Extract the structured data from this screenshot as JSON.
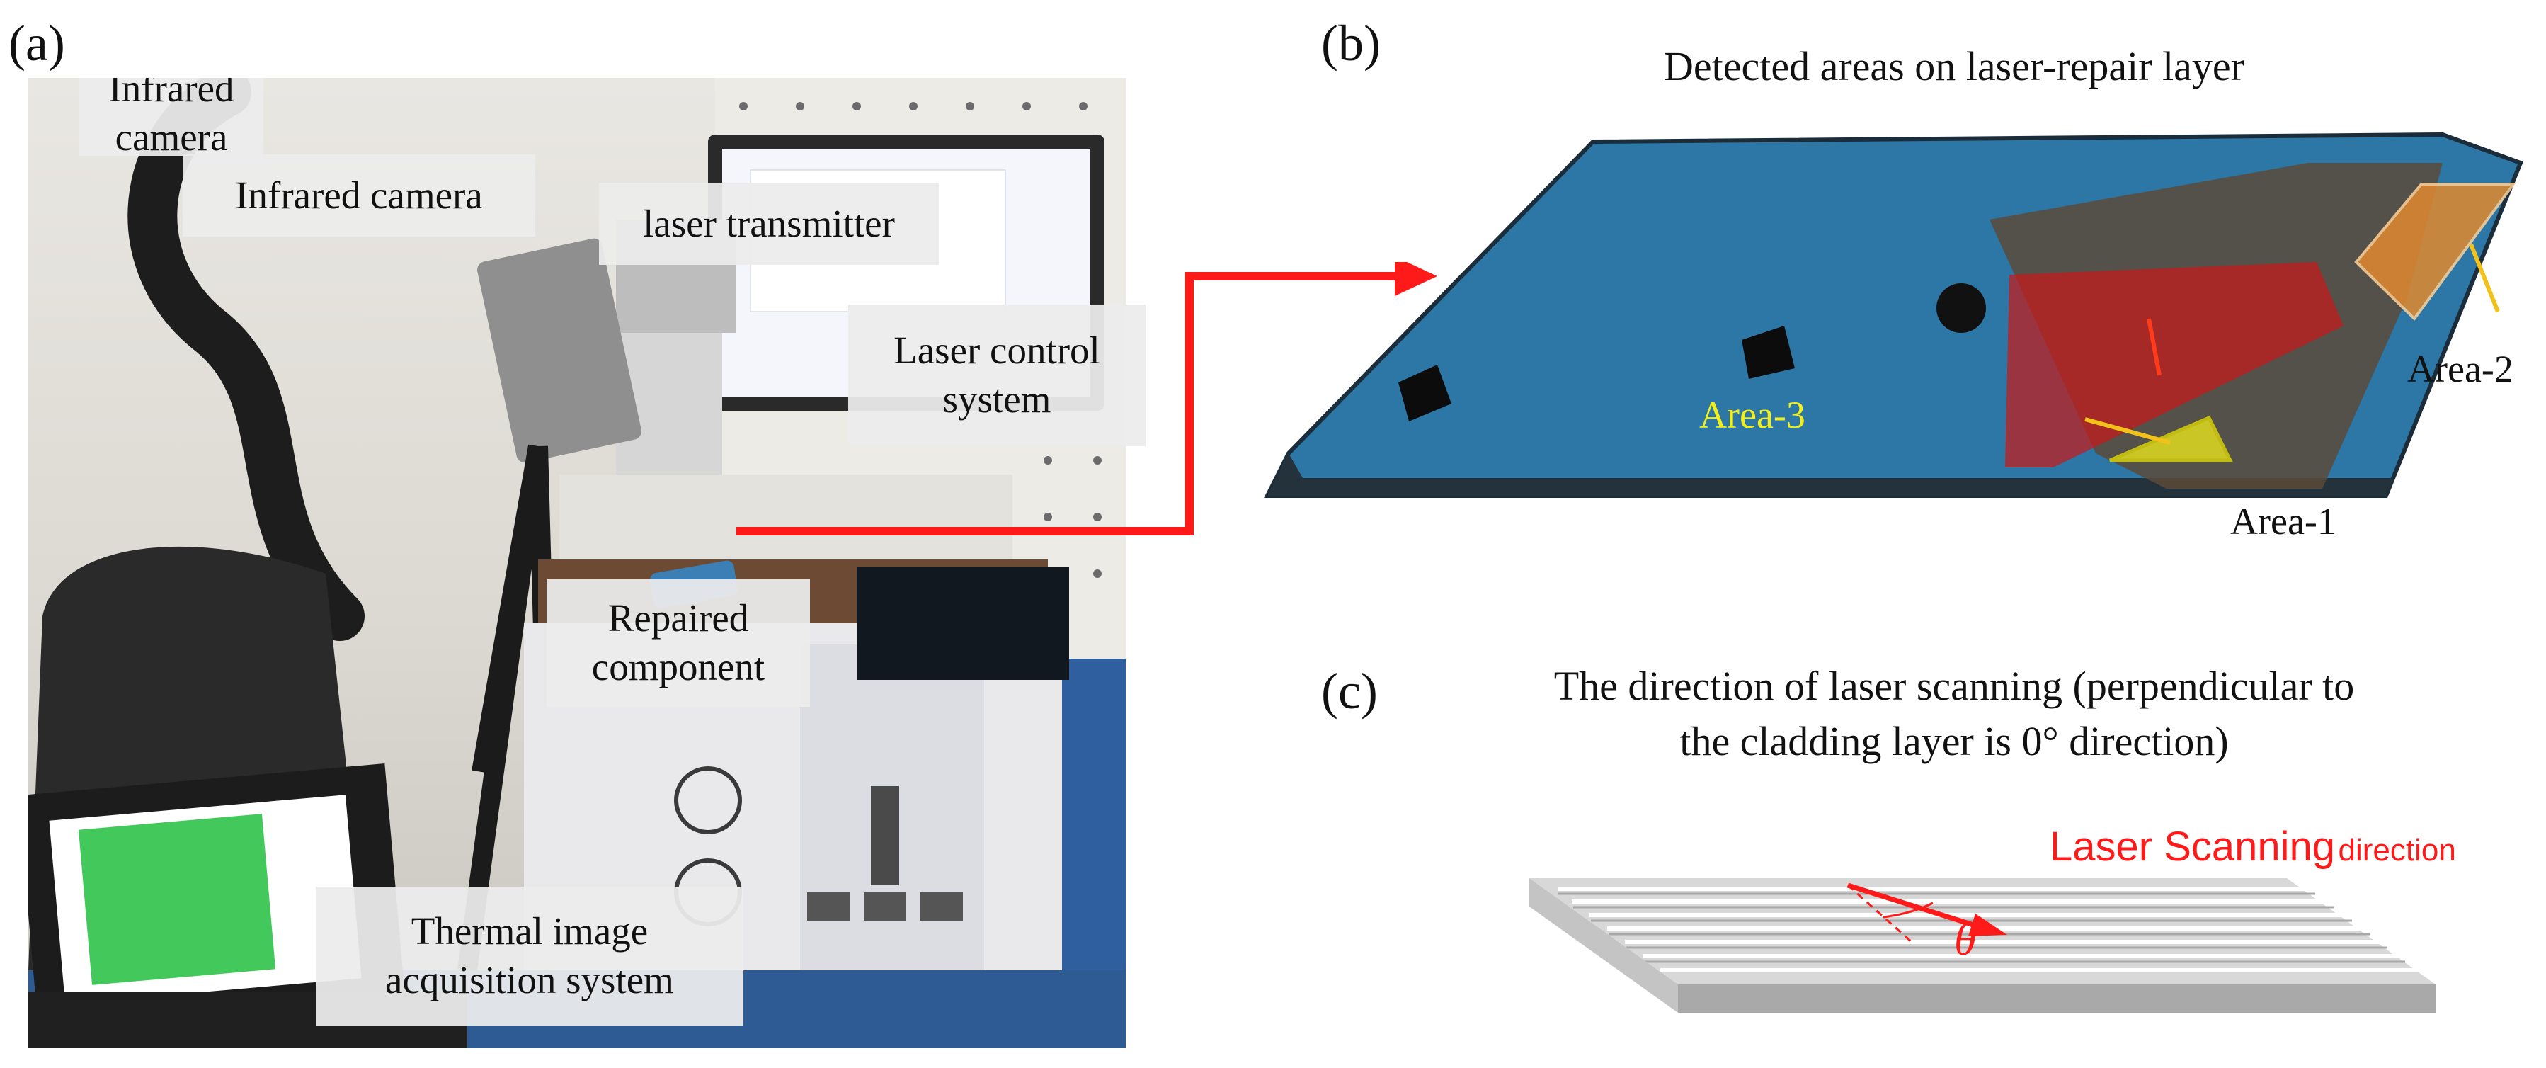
{
  "panel_a": {
    "label": "(a)",
    "tags": {
      "infrared_camera": "Infrared camera",
      "laser_transmitter": "laser transmitter",
      "laser_control_line1": "Laser control",
      "laser_control_line2": "system",
      "repaired_line1": "Repaired",
      "repaired_line2": "component",
      "thermal_line1": "Thermal image",
      "thermal_line2": "acquisition system"
    }
  },
  "panel_b": {
    "label": "(b)",
    "title": "Detected areas on laser-repair layer",
    "areas": {
      "area1": "Area-1",
      "area2": "Area-2",
      "area3": "Area-3"
    },
    "colors": {
      "area1": "#c61a1a",
      "area2": "#e0892f",
      "area3": "#f2ee1a",
      "arrow": "#ff2020"
    }
  },
  "panel_c": {
    "label": "(c)",
    "title_line1": "The direction of laser scanning (perpendicular to",
    "title_line2": "the cladding layer is 0° direction)",
    "scan_label_main": "Laser Scanning",
    "scan_label_small": "direction",
    "theta": "θ"
  }
}
